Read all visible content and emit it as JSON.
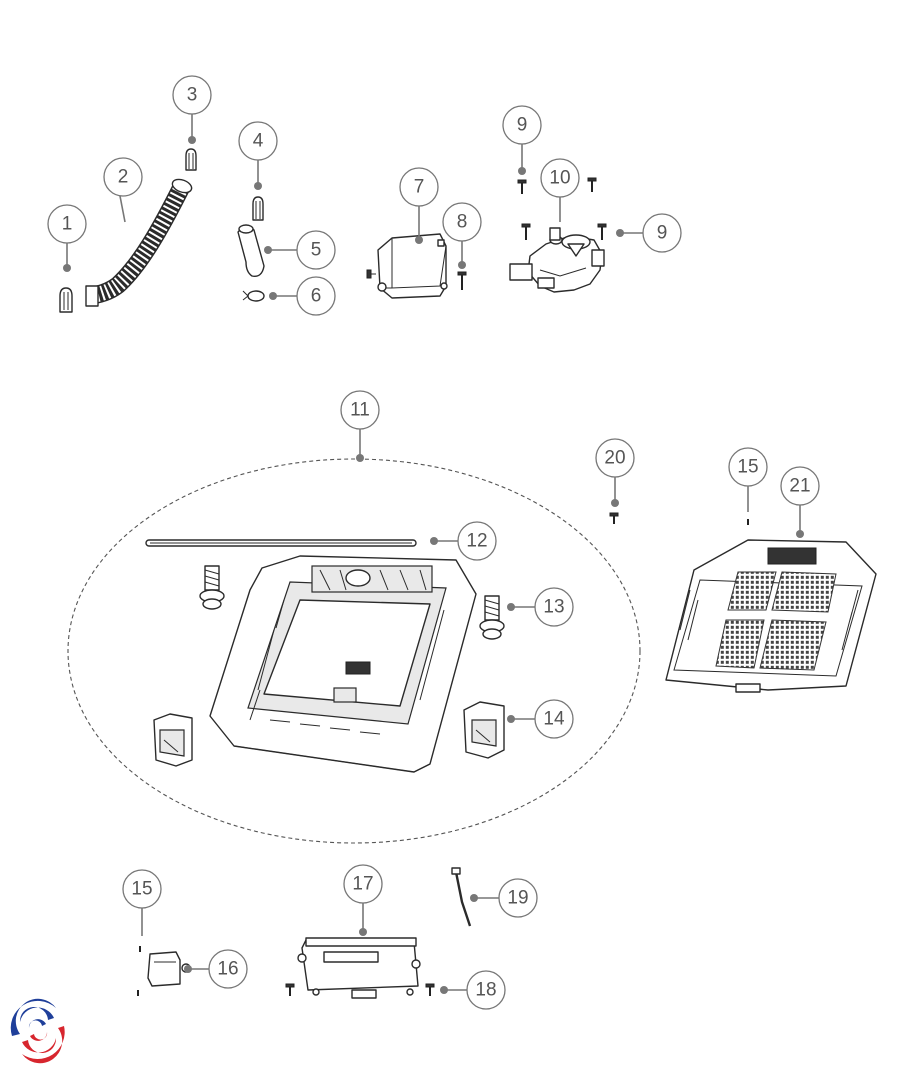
{
  "callouts": [
    {
      "id": "c1",
      "label": "1"
    },
    {
      "id": "c2",
      "label": "2"
    },
    {
      "id": "c3",
      "label": "3"
    },
    {
      "id": "c4",
      "label": "4"
    },
    {
      "id": "c5",
      "label": "5"
    },
    {
      "id": "c6",
      "label": "6"
    },
    {
      "id": "c7",
      "label": "7"
    },
    {
      "id": "c8",
      "label": "8"
    },
    {
      "id": "c9a",
      "label": "9"
    },
    {
      "id": "c9b",
      "label": "9"
    },
    {
      "id": "c10",
      "label": "10"
    },
    {
      "id": "c11",
      "label": "11"
    },
    {
      "id": "c12",
      "label": "12"
    },
    {
      "id": "c13",
      "label": "13"
    },
    {
      "id": "c14",
      "label": "14"
    },
    {
      "id": "c15a",
      "label": "15"
    },
    {
      "id": "c15b",
      "label": "15"
    },
    {
      "id": "c16",
      "label": "16"
    },
    {
      "id": "c17",
      "label": "17"
    },
    {
      "id": "c18",
      "label": "18"
    },
    {
      "id": "c19",
      "label": "19"
    },
    {
      "id": "c20",
      "label": "20"
    },
    {
      "id": "c21",
      "label": "21"
    }
  ],
  "colors": {
    "line": "#777777",
    "logo_blue": "#1f3f9a",
    "logo_red": "#d7262e"
  },
  "logo": {
    "icon": "brand-swirl-logo-icon"
  }
}
